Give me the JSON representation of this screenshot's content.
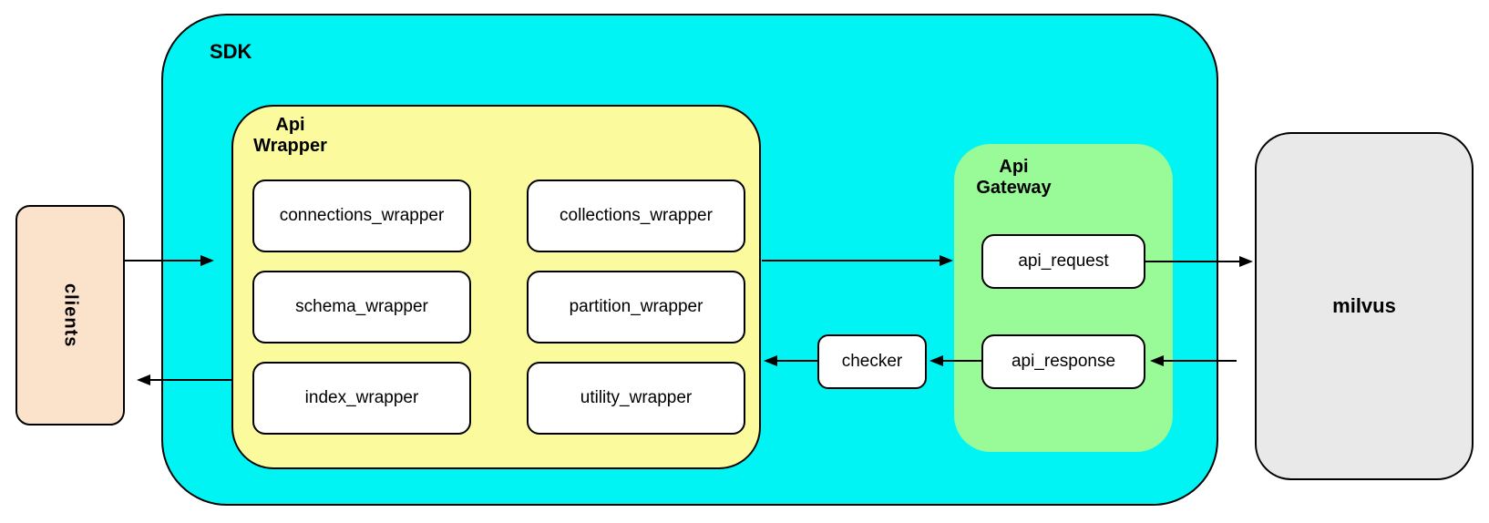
{
  "diagram": {
    "clients": {
      "label": "clients"
    },
    "sdk": {
      "label": "SDK",
      "api_wrapper": {
        "label": "Api\nWrapper",
        "modules": [
          "connections_wrapper",
          "collections_wrapper",
          "schema_wrapper",
          "partition_wrapper",
          "index_wrapper",
          "utility_wrapper"
        ]
      },
      "checker": {
        "label": "checker"
      },
      "api_gateway": {
        "label": "Api\nGateway",
        "request": "api_request",
        "response": "api_response"
      }
    },
    "milvus": {
      "label": "milvus"
    },
    "colors": {
      "sdk_fill": "#00F4F4",
      "api_wrapper_fill": "#FBFB9D",
      "api_gateway_fill": "#98FB98",
      "clients_fill": "#FBE2CB",
      "milvus_fill": "#E9E9E9",
      "node_fill": "#FFFFFF",
      "stroke": "#000000"
    },
    "flows": [
      "clients -> sdk",
      "api_wrapper -> api_gateway",
      "api_request -> milvus",
      "milvus -> api_response",
      "api_response -> checker",
      "checker -> api_wrapper",
      "sdk -> clients"
    ]
  }
}
